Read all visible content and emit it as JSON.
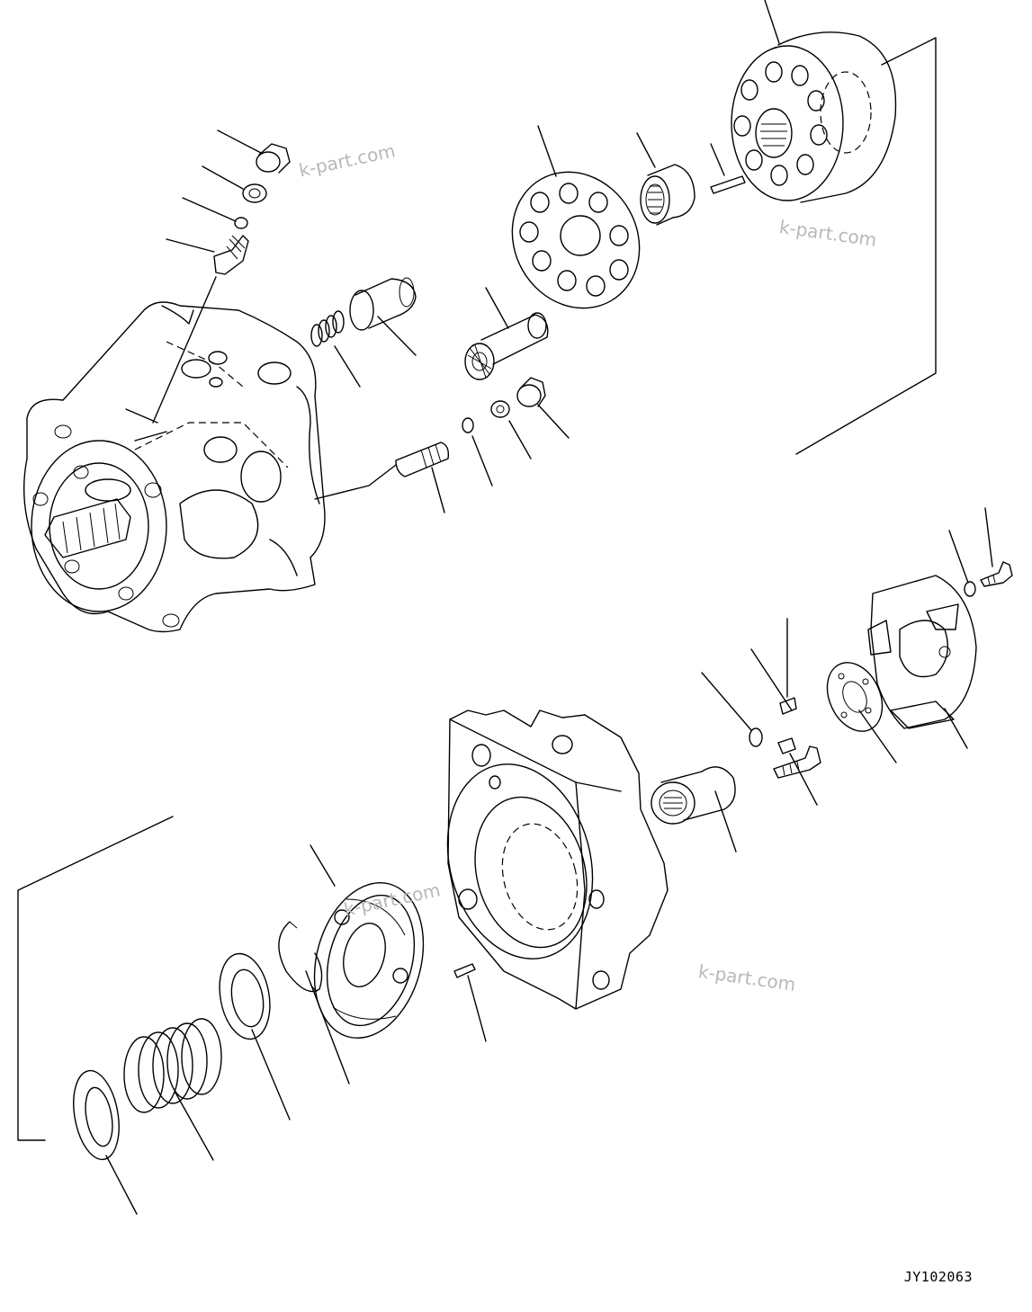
{
  "drawing": {
    "code": "JY102063",
    "watermarks": [
      "k-part.com",
      "k-part.com",
      "k-part.com",
      "k-part.com"
    ]
  }
}
